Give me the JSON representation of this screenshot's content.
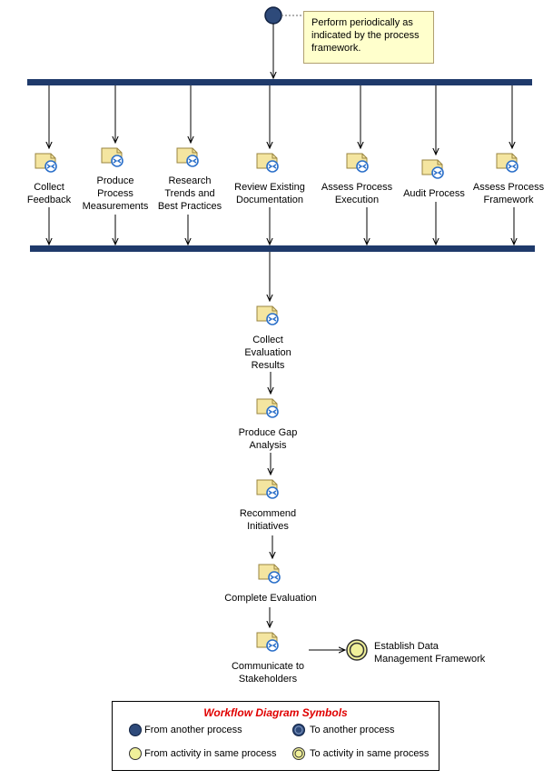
{
  "note": {
    "text": "Perform periodically as\nindicated by the process\nframework."
  },
  "activities": {
    "collect_feedback": "Collect\nFeedback",
    "produce_measurements": "Produce\nProcess\nMeasurements",
    "research_trends": "Research\nTrends and\nBest Practices",
    "review_documentation": "Review Existing\nDocumentation",
    "assess_execution": "Assess Process\nExecution",
    "audit_process": "Audit Process",
    "assess_framework": "Assess Process\nFramework",
    "collect_results": "Collect\nEvaluation\nResults",
    "gap_analysis": "Produce Gap\nAnalysis",
    "recommend": "Recommend\nInitiatives",
    "complete_evaluation": "Complete Evaluation",
    "communicate": "Communicate to\nStakeholders"
  },
  "end_event": {
    "label": "Establish Data\nManagement Framework"
  },
  "legend": {
    "title": "Workflow Diagram Symbols",
    "from_another": "From another process",
    "to_another": "To another process",
    "from_activity": "From activity in same process",
    "to_activity": "To activity in same process"
  },
  "colors": {
    "bar": "#1f3a6b",
    "start_fill": "#2e4a7a",
    "activity_fill": "#f4e5a0",
    "activity_arrow": "#2a6fc9",
    "end_fill": "#f0f09a",
    "legend_title": "#e00000"
  }
}
